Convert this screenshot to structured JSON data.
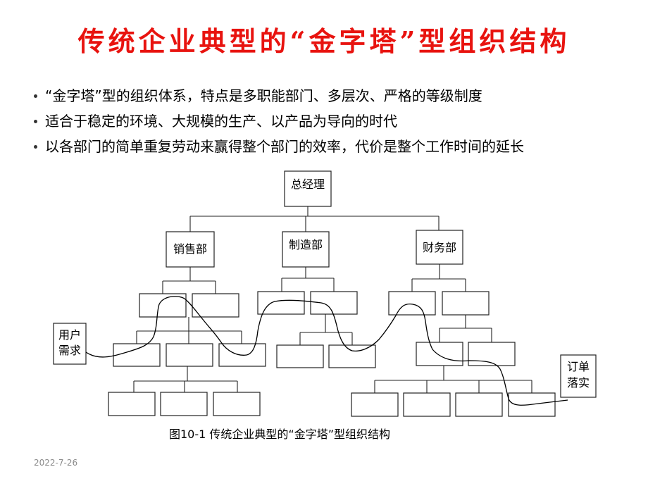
{
  "title": "传统企业典型的“金字塔”型组织结构",
  "bullets": [
    "“金字塔”型的组织体系，特点是多职能部门、多层次、严格的等级制度",
    "适合于稳定的环境、大规模的生产、以产品为导向的时代",
    "以各部门的简单重复劳动来赢得整个部门的效率，代价是整个工作时间的延长"
  ],
  "diagram": {
    "root": "总经理",
    "departments": [
      "销售部",
      "制造部",
      "财务部"
    ],
    "input_label": [
      "用户",
      "需求"
    ],
    "output_label": [
      "订单",
      "落实"
    ],
    "caption": "图10-1  传统企业典型的“金字塔”型组织结构"
  },
  "footer": {
    "date": "2022-7-26"
  },
  "colors": {
    "title": "#e8130f",
    "text": "#000000",
    "date": "#8a8a8a"
  }
}
